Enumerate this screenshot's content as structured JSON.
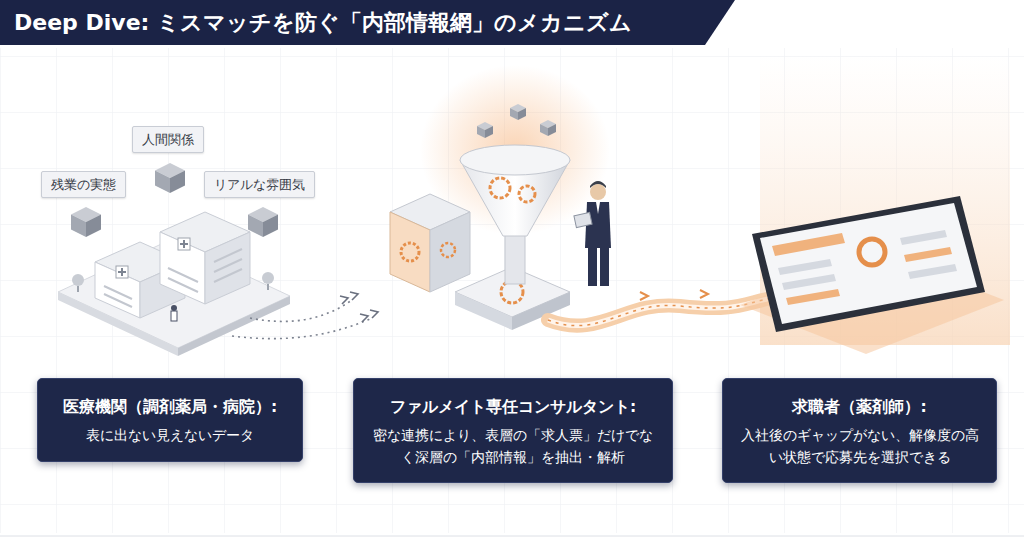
{
  "diagram": {
    "title": "Deep Dive: ミスマッチを防ぐ「内部情報網」のメカニズム",
    "nodes": [
      {
        "text": [
          "人間関係"
        ]
      },
      {
        "text": [
          "残業の実態"
        ]
      },
      {
        "text": [
          "リアルな雰囲気"
        ]
      },
      {
        "text": [
          "医療機関（調剤薬局・病院）:",
          "表に出ない見えないデータ"
        ]
      },
      {
        "text": [
          "ファルメイト専任コンサルタント:",
          "密な連携により、表層の「求人票」だけでなく深層の「内部情報」を抽出・解析"
        ]
      },
      {
        "text": [
          "求職者（薬剤師）:",
          "入社後のギャップがない、解像度の高い状態で応募先を選択できる"
        ]
      }
    ]
  }
}
